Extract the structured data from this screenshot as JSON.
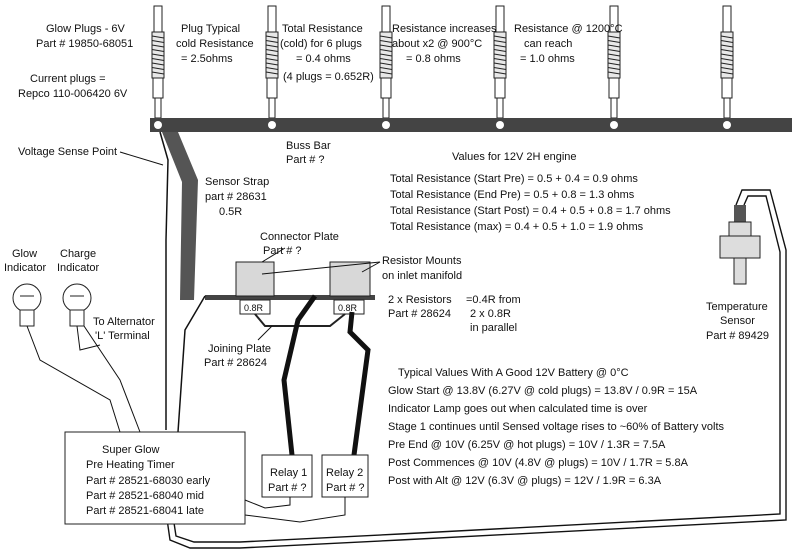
{
  "plugs": {
    "glow_title": "Glow Plugs - 6V",
    "glow_part": "Part # 19850-68051",
    "typical_1": "Plug Typical",
    "typical_2": "cold Resistance",
    "typical_3": "= 2.5ohms",
    "total_1": "Total Resistance",
    "total_2": "(cold) for 6 plugs",
    "total_3": "= 0.4 ohms",
    "total_4": "(4 plugs = 0.652R)",
    "inc_1": "Resistance increases",
    "inc_2": "about x2 @ 900°C",
    "inc_3": "= 0.8 ohms",
    "at1200_1": "Resistance @ 1200°C",
    "at1200_2": "can reach",
    "at1200_3": "= 1.0 ohms",
    "current_1": "Current plugs =",
    "current_2": "Repco 110-006420 6V"
  },
  "busbar": {
    "title": "Buss Bar",
    "part": "Part #  ?"
  },
  "voltage_sense": "Voltage Sense Point",
  "engine_values": {
    "title": "Values for 12V 2H engine",
    "lines": [
      "Total Resistance (Start Pre) = 0.5 + 0.4 = 0.9 ohms",
      "Total Resistance (End Pre) = 0.5 + 0.8 = 1.3 ohms",
      "Total Resistance (Start Post) = 0.4 + 0.5 + 0.8 = 1.7 ohms",
      "Total Resistance (max) = 0.4 + 0.5 + 1.0 = 1.9 ohms"
    ]
  },
  "sensor_strap": {
    "title": "Sensor Strap",
    "part": "part # 28631",
    "value": "0.5R"
  },
  "connector_plate": {
    "title": "Connector Plate",
    "part": "Part #    ?"
  },
  "resistor_mounts": {
    "line1": "Resistor Mounts",
    "line2": "on inlet manifold"
  },
  "resistor_labels": [
    "0.8R",
    "0.8R"
  ],
  "resistors": {
    "line1": "2 x Resistors",
    "line2": "Part # 28624",
    "line3": "=0.4R from",
    "line4": "2 x 0.8R",
    "line5": "in parallel"
  },
  "joining_plate": {
    "title": "Joining Plate",
    "part": "Part # 28624"
  },
  "temp_sensor": {
    "title": "Temperature",
    "line2": "Sensor",
    "part": "Part # 89429"
  },
  "indicators": {
    "glow_1": "Glow",
    "glow_2": "Indicator",
    "charge_1": "Charge",
    "charge_2": "Indicator",
    "alt_1": "To Alternator",
    "alt_2": "'L' Terminal"
  },
  "typical": {
    "title": "Typical Values With A Good 12V Battery @ 0°C",
    "lines": [
      "Glow Start @ 13.8V (6.27V @ cold plugs) = 13.8V / 0.9R = 15A",
      "Indicator Lamp goes out when calculated time is over",
      "Stage 1 continues until Sensed voltage rises to ~60% of Battery volts",
      "Pre End @ 10V (6.25V @ hot plugs) = 10V / 1.3R = 7.5A",
      "Post Commences @ 10V (4.8V @ plugs) = 10V / 1.7R = 5.8A",
      "Post with Alt @ 12V (6.3V @ plugs) = 12V / 1.9R = 6.3A"
    ]
  },
  "timer": {
    "title": "Super Glow",
    "subtitle": "Pre Heating Timer",
    "parts": [
      "Part # 28521-68030 early",
      "Part # 28521-68040 mid",
      "Part # 28521-68041 late"
    ]
  },
  "relays": [
    {
      "name": "Relay 1",
      "part": "Part # ?"
    },
    {
      "name": "Relay 2",
      "part": "Part # ?"
    }
  ]
}
